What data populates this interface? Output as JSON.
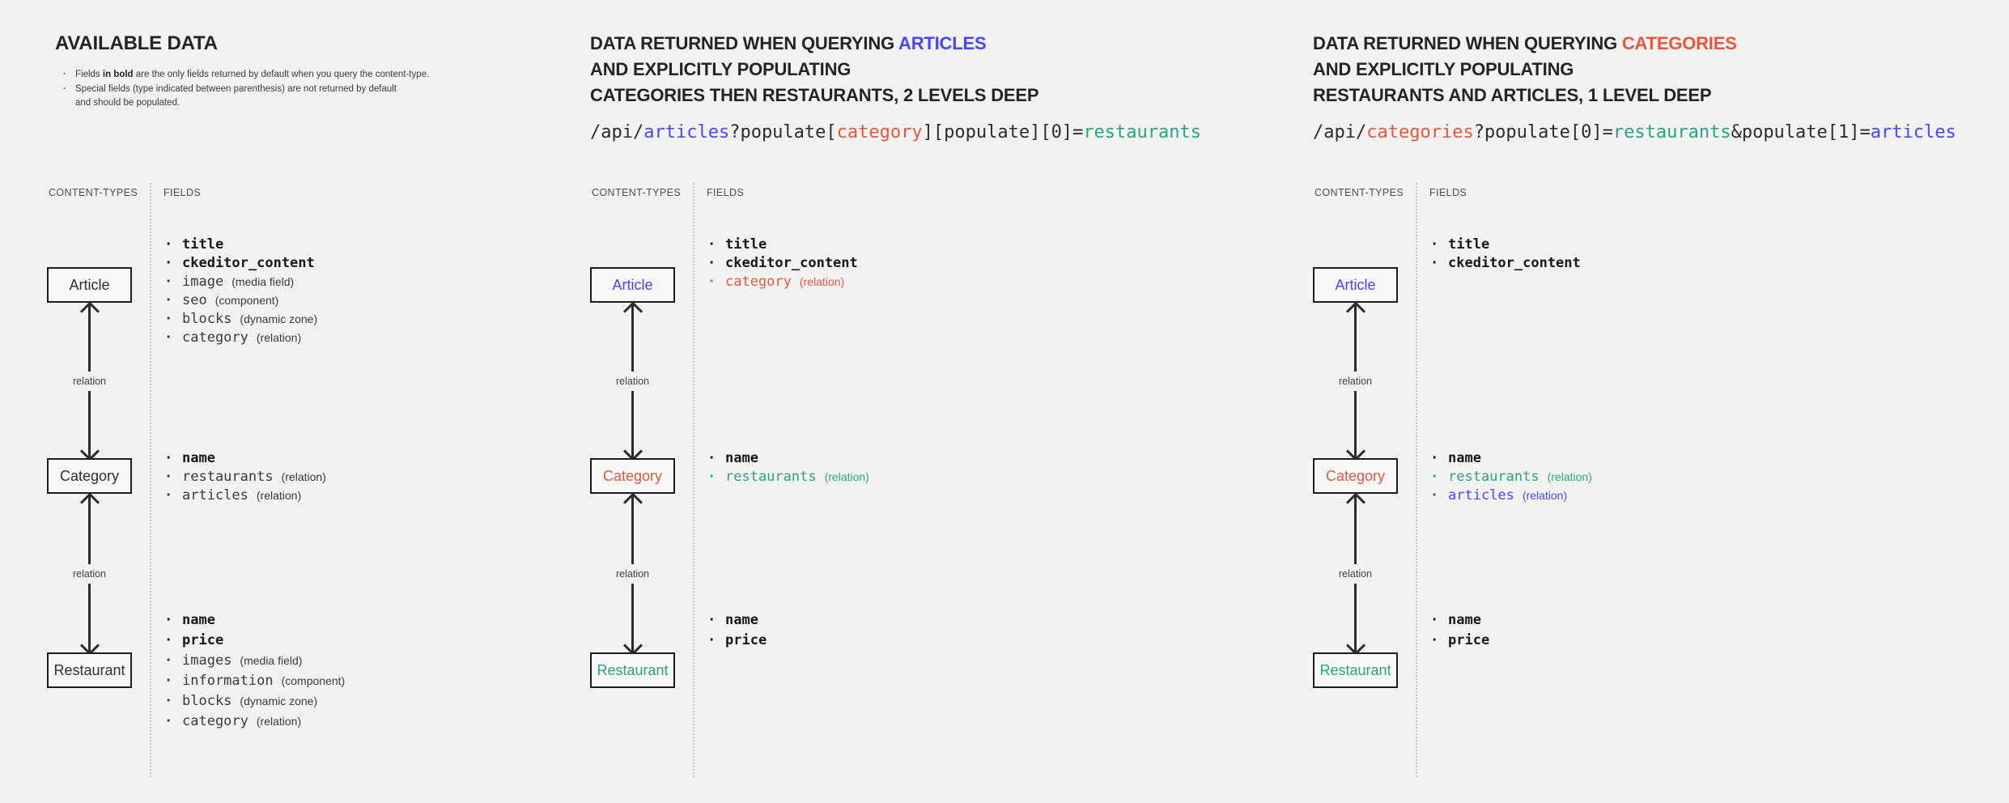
{
  "colors": {
    "bg": "#f2f3f1",
    "blue": "#4945ff",
    "red": "#ea5540",
    "teal": "#28a385",
    "dark": "#232328"
  },
  "shared": {
    "content_types_label": "CONTENT-TYPES",
    "fields_label": "FIELDS",
    "relation_label": "relation"
  },
  "panels": [
    {
      "title": {
        "line1": "AVAILABLE DATA"
      },
      "notes": [
        {
          "s1": "Fields ",
          "s2": "in bold",
          "s3": " are the only fields returned by default when you query the content-type."
        },
        {
          "s1": "Special fields (type indicated between parenthesis) are not returned by default",
          "line2": "and should be populated."
        }
      ],
      "types": [
        {
          "label": "Article",
          "color": "",
          "fields": [
            {
              "name": "title",
              "bold": true
            },
            {
              "name": "ckeditor_content",
              "bold": true
            },
            {
              "name": "image",
              "type": "(media field)"
            },
            {
              "name": "seo",
              "type": "(component)"
            },
            {
              "name": "blocks",
              "type": "(dynamic zone)"
            },
            {
              "name": "category",
              "type": "(relation)"
            }
          ]
        },
        {
          "label": "Category",
          "color": "",
          "fields": [
            {
              "name": "name",
              "bold": true
            },
            {
              "name": "restaurants",
              "type": "(relation)"
            },
            {
              "name": "articles",
              "type": "(relation)"
            }
          ]
        },
        {
          "label": "Restaurant",
          "color": "",
          "fields": [
            {
              "name": "name",
              "bold": true
            },
            {
              "name": "price",
              "bold": true
            },
            {
              "name": "images",
              "type": "(media field)"
            },
            {
              "name": "information",
              "type": "(component)"
            },
            {
              "name": "blocks",
              "type": "(dynamic zone)"
            },
            {
              "name": "category",
              "type": "(relation)"
            }
          ]
        }
      ]
    },
    {
      "title": {
        "line1_prefix": "DATA RETURNED WHEN QUERYING ",
        "line1_highlight": "ARTICLES",
        "highlight_color": "blue",
        "line2": "AND EXPLICITLY POPULATING",
        "line3": "CATEGORIES THEN RESTAURANTS, 2 LEVELS DEEP"
      },
      "url_segments": [
        {
          "t": "/api/"
        },
        {
          "t": "articles",
          "color": "blue"
        },
        {
          "t": "?populate["
        },
        {
          "t": "category",
          "color": "red"
        },
        {
          "t": "][populate][0]="
        },
        {
          "t": "restaurants",
          "color": "teal"
        }
      ],
      "types": [
        {
          "label": "Article",
          "color": "blue",
          "fields": [
            {
              "name": "title",
              "bold": true
            },
            {
              "name": "ckeditor_content",
              "bold": true
            },
            {
              "name": "category",
              "type": "(relation)",
              "color": "red"
            }
          ]
        },
        {
          "label": "Category",
          "color": "red",
          "fields": [
            {
              "name": "name",
              "bold": true
            },
            {
              "name": "restaurants",
              "type": "(relation)",
              "color": "teal"
            }
          ]
        },
        {
          "label": "Restaurant",
          "color": "teal",
          "fields": [
            {
              "name": "name",
              "bold": true
            },
            {
              "name": "price",
              "bold": true
            }
          ]
        }
      ]
    },
    {
      "title": {
        "line1_prefix": "DATA RETURNED WHEN QUERYING ",
        "line1_highlight": "CATEGORIES",
        "highlight_color": "red",
        "line2": "AND EXPLICITLY POPULATING",
        "line3": "RESTAURANTS AND ARTICLES, 1 LEVEL DEEP"
      },
      "url_segments": [
        {
          "t": "/api/"
        },
        {
          "t": "categories",
          "color": "red"
        },
        {
          "t": "?populate[0]="
        },
        {
          "t": "restaurants",
          "color": "teal"
        },
        {
          "t": "&populate[1]="
        },
        {
          "t": "articles",
          "color": "blue"
        }
      ],
      "types": [
        {
          "label": "Article",
          "color": "blue",
          "fields": [
            {
              "name": "title",
              "bold": true
            },
            {
              "name": "ckeditor_content",
              "bold": true
            }
          ]
        },
        {
          "label": "Category",
          "color": "red",
          "fields": [
            {
              "name": "name",
              "bold": true
            },
            {
              "name": "restaurants",
              "type": "(relation)",
              "color": "teal"
            },
            {
              "name": "articles",
              "type": "(relation)",
              "color": "blue"
            }
          ]
        },
        {
          "label": "Restaurant",
          "color": "teal",
          "fields": [
            {
              "name": "name",
              "bold": true
            },
            {
              "name": "price",
              "bold": true
            }
          ]
        }
      ]
    }
  ]
}
